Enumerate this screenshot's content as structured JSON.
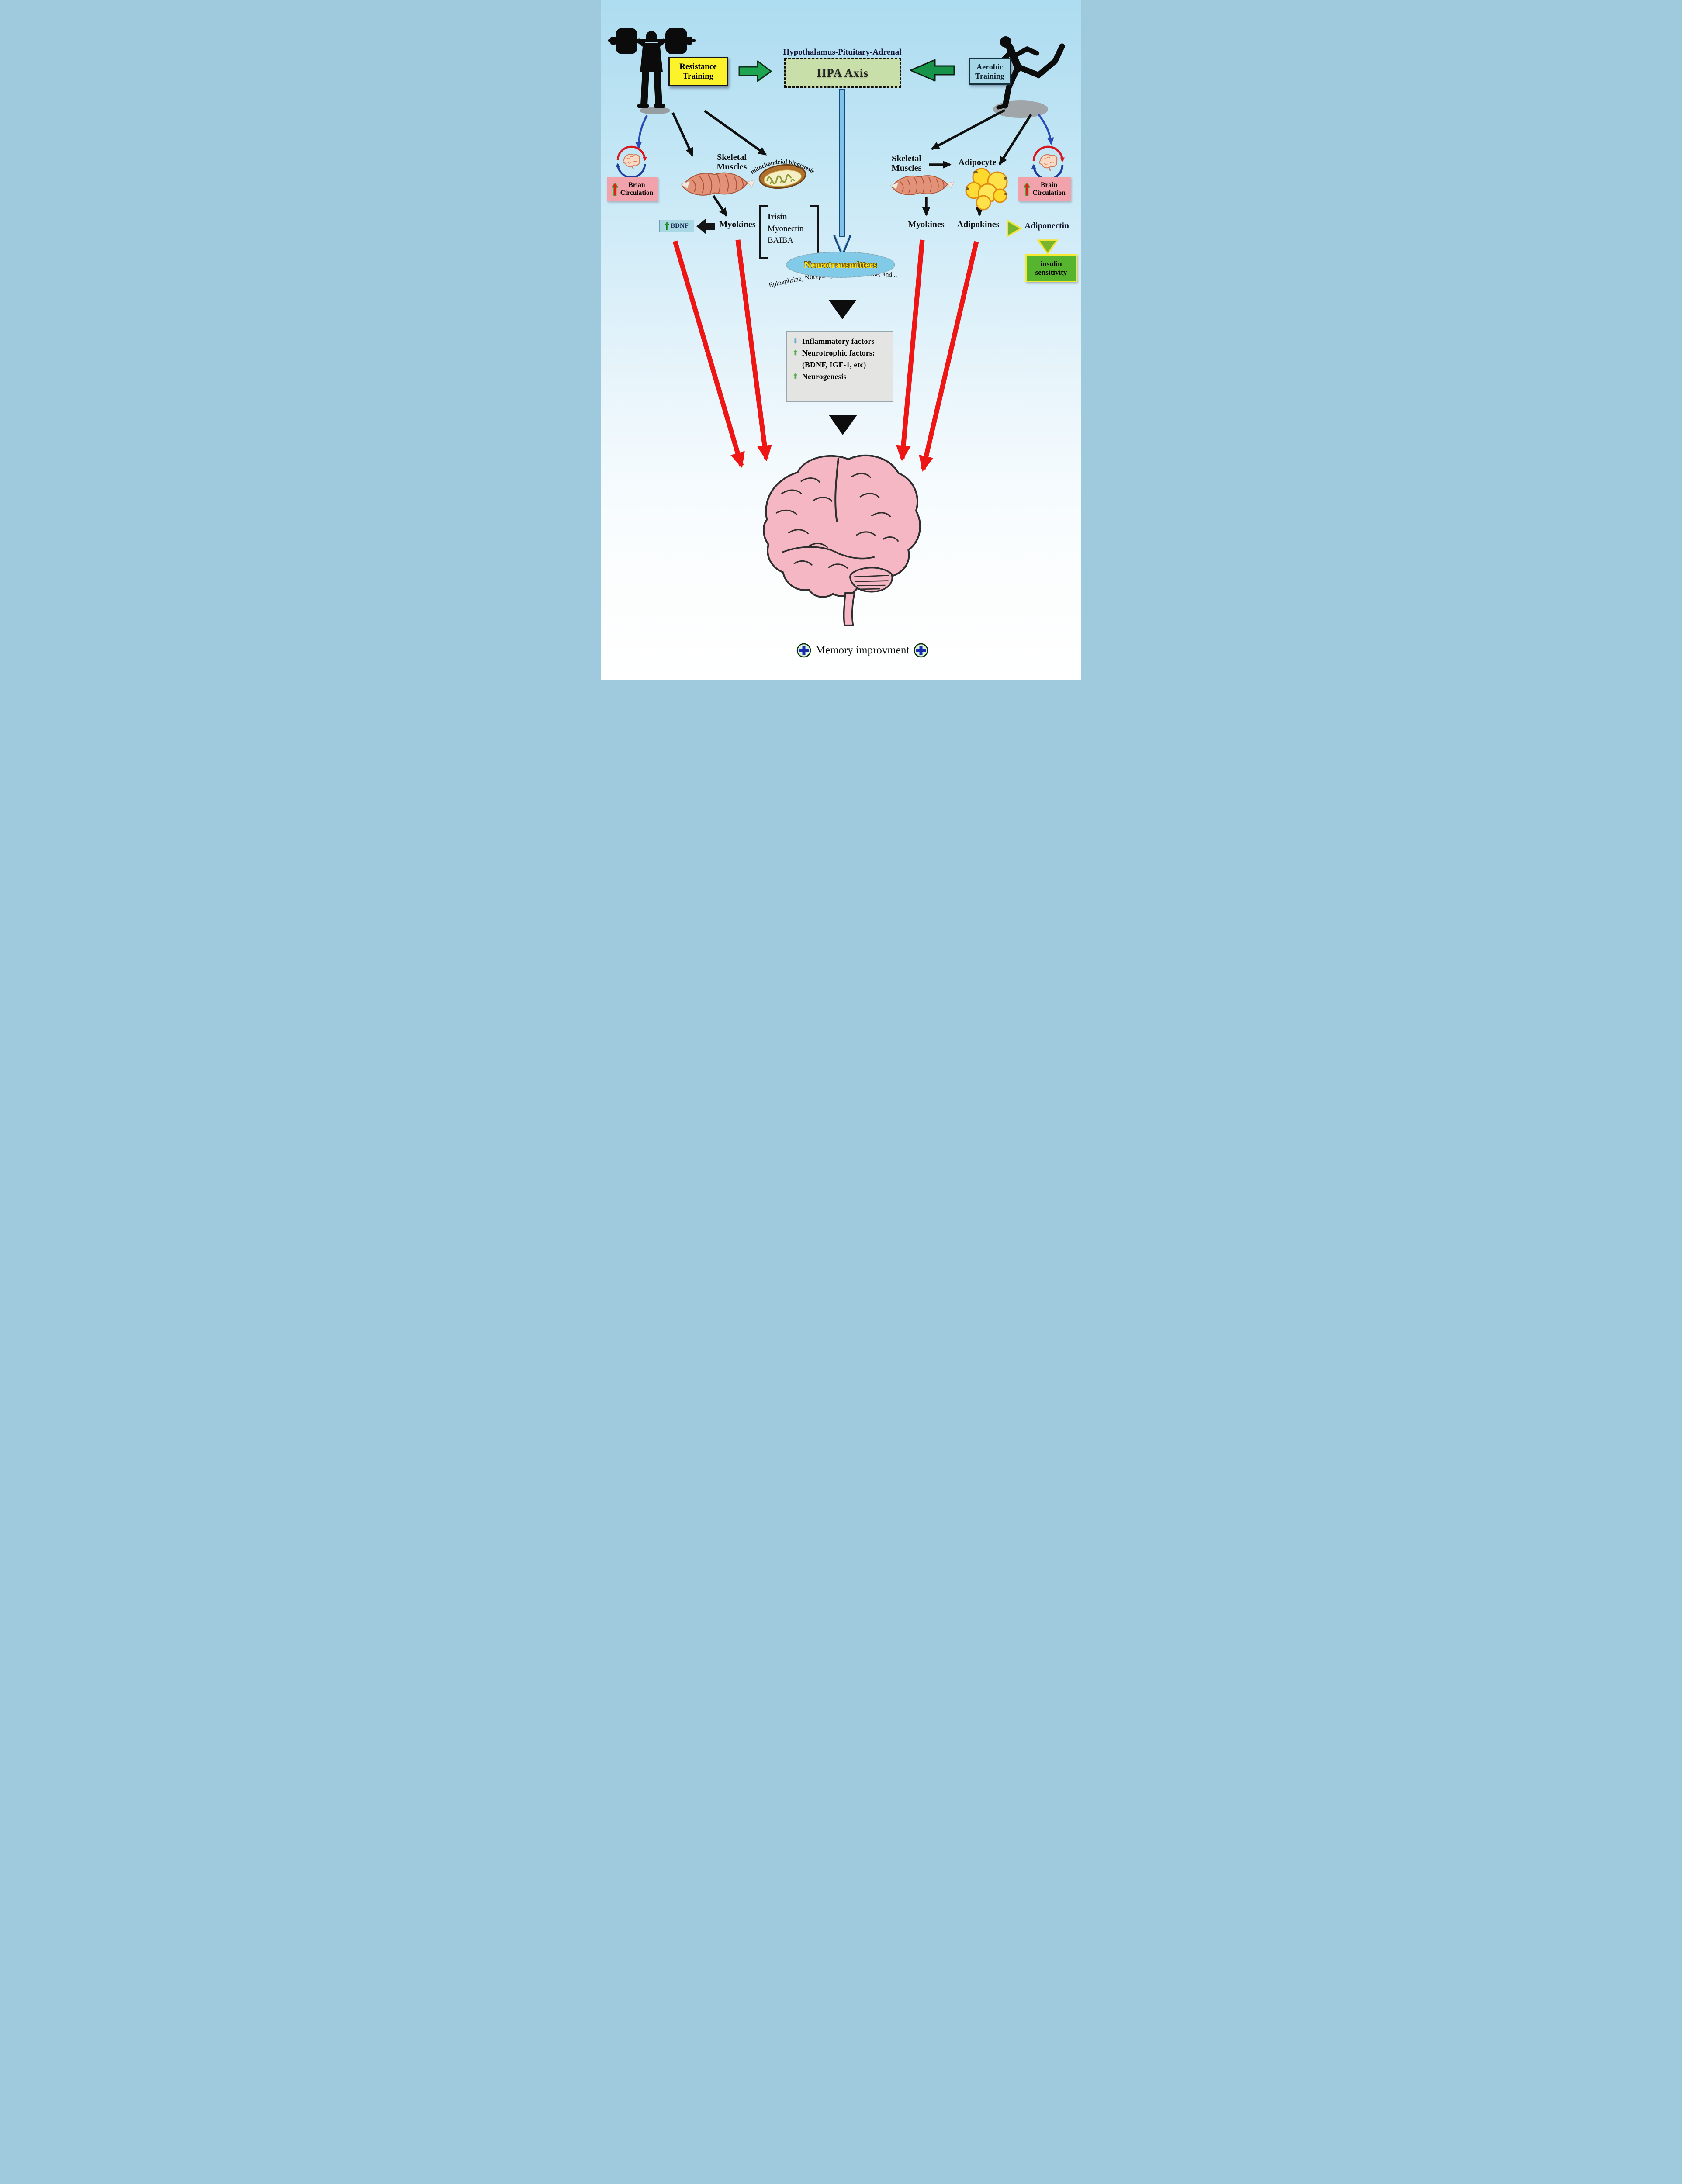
{
  "top": {
    "resistance_training": "Resistance\nTraining",
    "aerobic_training": "Aerobic\nTraining",
    "hpa_title": "Hypothalamus-Pituitary-Adrenal",
    "hpa_axis": "HPA Axis"
  },
  "left": {
    "brain_circulation": "Brian\nCirculation",
    "skeletal_muscles": "Skeletal\nMuscles",
    "mitochondrial_biogenesis": "mitochondrial biogenesis",
    "myokines": "Myokines",
    "bdnf": "BDNF",
    "myokine_examples": [
      "Irisin",
      "Myonectin",
      "BAIBA"
    ]
  },
  "right": {
    "skeletal_muscles": "Skeletal\nMuscles",
    "adipocyte": "Adipocyte",
    "myokines": "Myokines",
    "adipokines": "Adipokines",
    "brain_circulation": "Brain\nCirculation",
    "adiponectin": "Adiponectin",
    "insulin_sensitivity": "insulin\nsensitivity"
  },
  "center": {
    "neurotransmitters": "Neurotransmitters",
    "neurotransmitter_examples": "Epinephrine, Norepinephrine, Dopamine, and...",
    "effects": [
      {
        "arrow": "⬇",
        "text": "Inflammatory factors"
      },
      {
        "arrow": "⬆",
        "text": "Neurotrophic factors:"
      },
      {
        "arrow": "",
        "text": "(BDNF, IGF-1, etc)"
      },
      {
        "arrow": "⬆",
        "text": "Neurogenesis"
      }
    ]
  },
  "bottom": {
    "memory_improvement": "Memory improvment"
  },
  "colors": {
    "resistance_box": "#fdf32b",
    "aerobic_box": "#a6d7e8",
    "hpa_box": "#c9dfa9",
    "pink_box": "#f2a2aa",
    "insulin_box": "#57b42e",
    "bdnf_box": "#a8d8e4",
    "gray_box": "#e4e4e2",
    "red_arrow": "#ee1515",
    "green_block_arrow": "#1da551",
    "hpa_blue_arrow": "#7fc4e8",
    "neurotransmitter_ellipse": "#82cbe8",
    "neurotransmitter_text": "#ffe212"
  }
}
